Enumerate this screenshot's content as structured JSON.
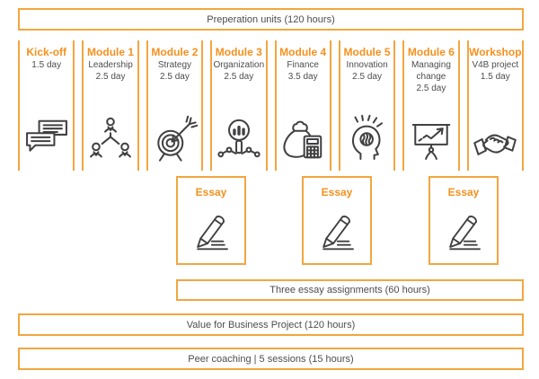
{
  "colors": {
    "accent_border": "#f2a640",
    "accent_text": "#f5911e",
    "body_text": "#4d4d4f",
    "icon_stroke": "#414042"
  },
  "top_bar": {
    "label": "Preperation units (120 hours)"
  },
  "columns": [
    {
      "title": "Kick-off",
      "lines": [
        "1.5 day"
      ],
      "icon": "chat-icon"
    },
    {
      "title": "Module 1",
      "lines": [
        "Leadership",
        "2.5 day"
      ],
      "icon": "people-hierarchy-icon"
    },
    {
      "title": "Module 2",
      "lines": [
        "Strategy",
        "2.5 day"
      ],
      "icon": "target-arrow-icon"
    },
    {
      "title": "Module 3",
      "lines": [
        "Organization",
        "2.5 day"
      ],
      "icon": "magnifier-analysis-icon"
    },
    {
      "title": "Module 4",
      "lines": [
        "Finance",
        "3.5 day"
      ],
      "icon": "money-calculator-icon"
    },
    {
      "title": "Module 5",
      "lines": [
        "Innovation",
        "2.5 day"
      ],
      "icon": "idea-head-icon"
    },
    {
      "title": "Module 6",
      "lines": [
        "Managing change",
        "2.5 day"
      ],
      "icon": "presentation-chart-icon"
    },
    {
      "title": "Workshop",
      "lines": [
        "V4B project",
        "1.5 day"
      ],
      "icon": "handshake-icon"
    }
  ],
  "essays": [
    {
      "label": "Essay"
    },
    {
      "label": "Essay"
    },
    {
      "label": "Essay"
    }
  ],
  "bars": {
    "essay_total": "Three essay assignments (60 hours)",
    "v4b": "Value for Business Project (120 hours)",
    "peer": "Peer coaching | 5 sessions (15 hours)"
  }
}
